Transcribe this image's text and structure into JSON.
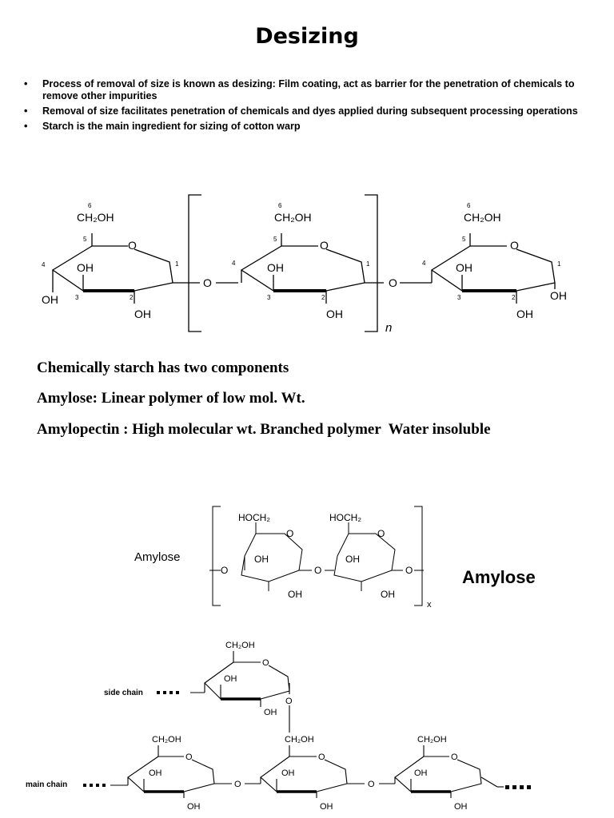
{
  "title": "Desizing",
  "bullets": [
    "Process of removal of size is known as desizing: Film coating, act as barrier for the penetration of chemicals to remove other impurities",
    "Removal of size facilitates penetration of chemicals and dyes applied during subsequent processing operations",
    "Starch is the main ingredient for sizing of cotton warp"
  ],
  "starch_structure": {
    "ch2oh": "CH₂OH",
    "oh": "OH",
    "o": "O",
    "repeat": "n",
    "carbon_numbers": [
      "1",
      "2",
      "3",
      "4",
      "5",
      "6"
    ]
  },
  "components": {
    "line1": "Chemically starch has two components",
    "line2": "Amylose: Linear polymer of low mol. Wt.",
    "line3": "Amylopectin : High molecular wt. Branched polymer  Water insoluble"
  },
  "amylose_figure": {
    "label": "Amylose",
    "hoch2": "HOCH₂",
    "oh": "OH",
    "o": "O",
    "repeat": "x"
  },
  "amylose_caption": "Amylose",
  "amylopectin_figure": {
    "side_chain": "side chain",
    "main_chain": "main chain",
    "ch2oh": "CH₂OH",
    "oh": "OH",
    "o": "O"
  }
}
